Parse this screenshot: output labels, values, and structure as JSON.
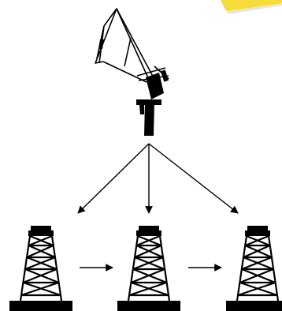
{
  "diagram": {
    "nodes": [
      {
        "id": "crane",
        "icon": "harbor-crane-icon"
      },
      {
        "id": "rig-1",
        "icon": "oil-derrick-icon"
      },
      {
        "id": "rig-2",
        "icon": "oil-derrick-icon"
      },
      {
        "id": "rig-3",
        "icon": "oil-derrick-icon"
      }
    ],
    "edges": [
      {
        "from": "crane",
        "to": "rig-1"
      },
      {
        "from": "crane",
        "to": "rig-2"
      },
      {
        "from": "crane",
        "to": "rig-3"
      },
      {
        "from": "rig-1",
        "to": "rig-2"
      },
      {
        "from": "rig-2",
        "to": "rig-3"
      }
    ],
    "colors": {
      "ink": "#000000",
      "background": "#ffffff",
      "sticky_note": "#f6dc3a"
    }
  }
}
